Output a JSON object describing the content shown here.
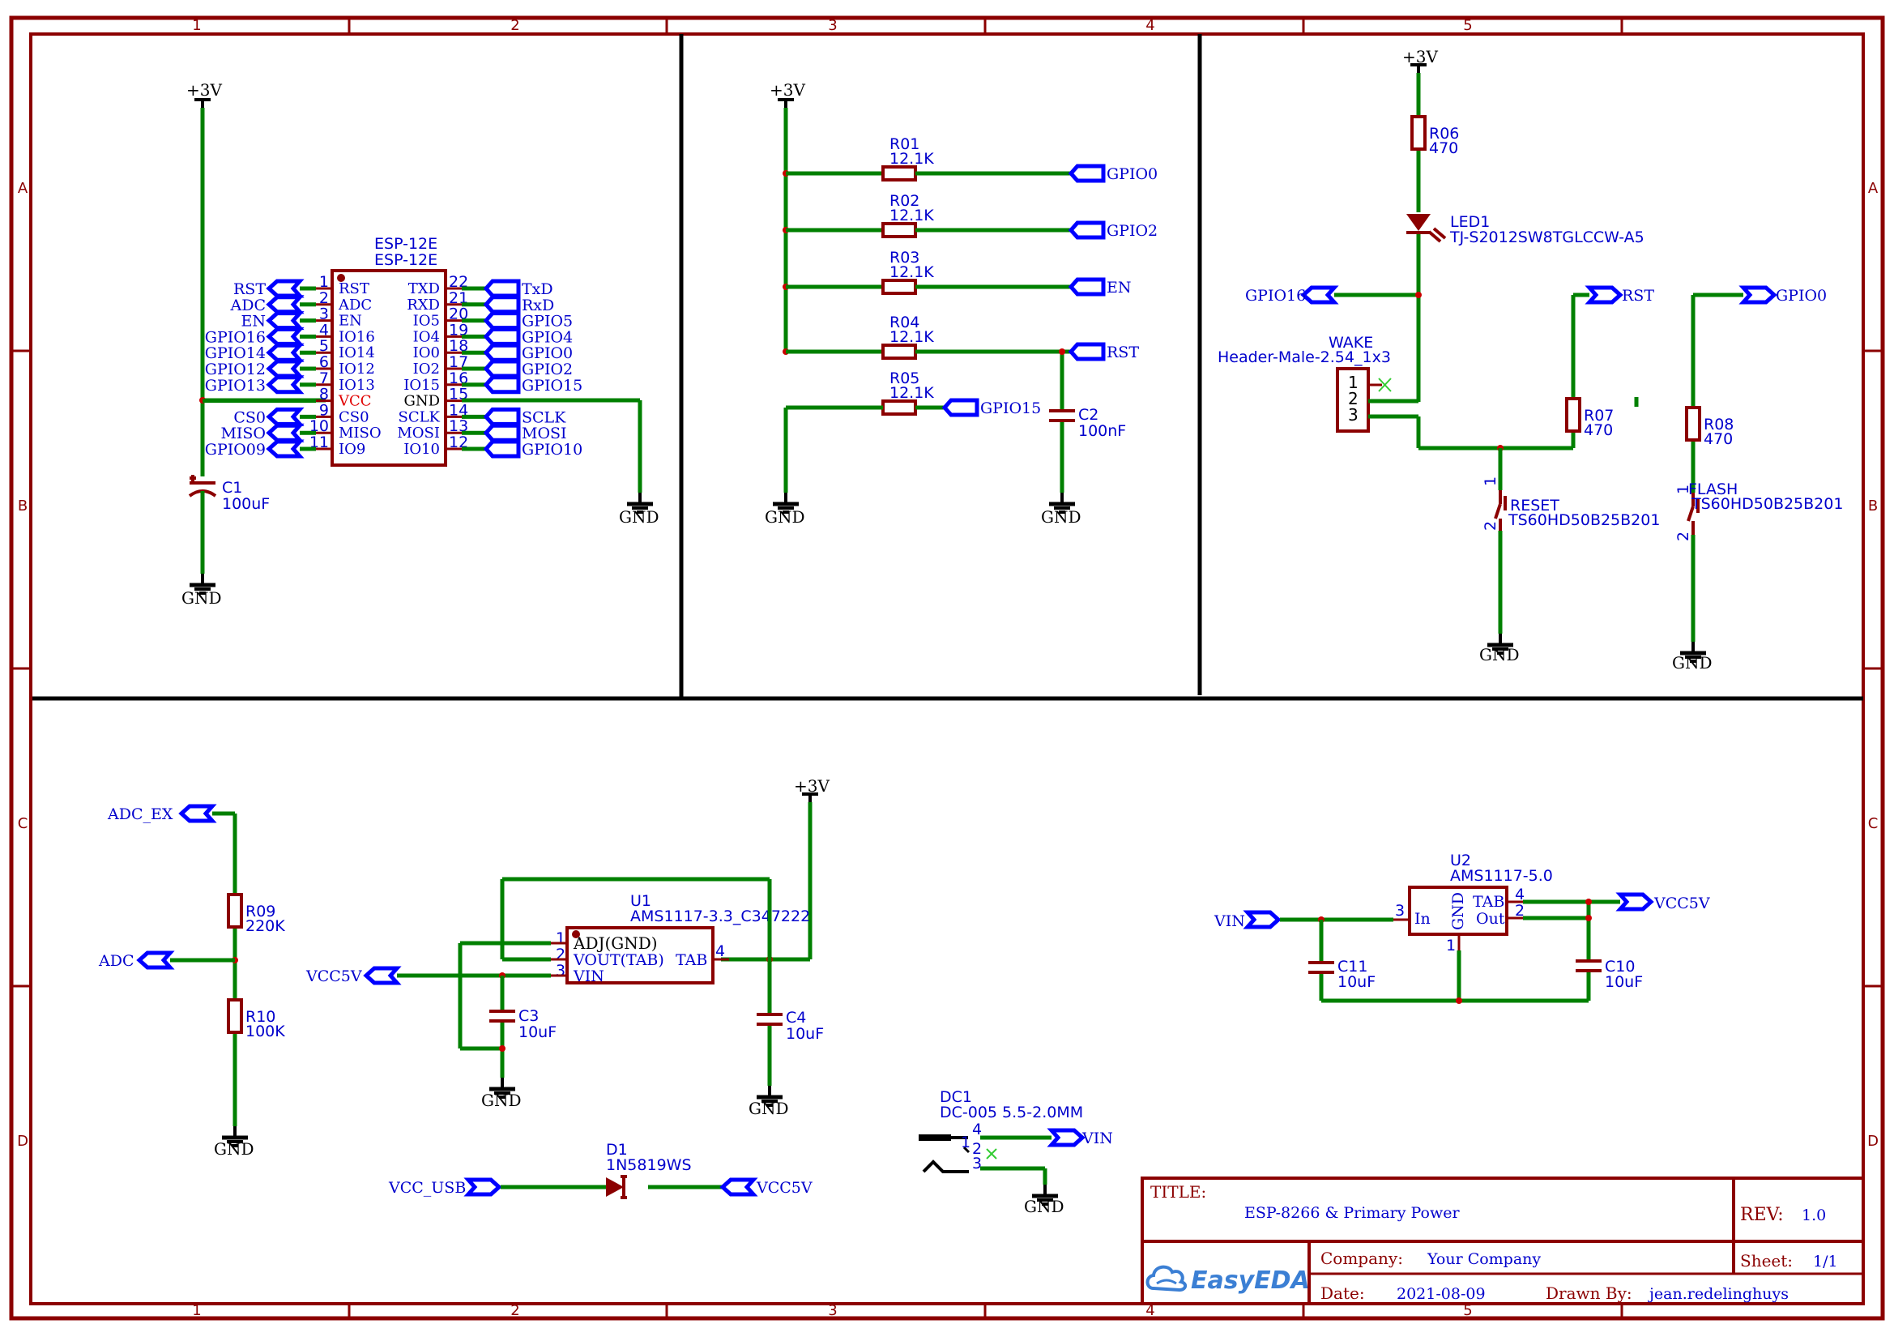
{
  "frame": {
    "columns": [
      "1",
      "2",
      "3",
      "4",
      "5"
    ],
    "rows": [
      "A",
      "B",
      "C",
      "D"
    ],
    "color": "#8b0000"
  },
  "power": {
    "v3": "+3V",
    "gnd": "GND"
  },
  "esp": {
    "ref": "ESP-12E",
    "value": "ESP-12E",
    "left_pins": [
      {
        "num": "1",
        "name": "RST",
        "net": "RST"
      },
      {
        "num": "2",
        "name": "ADC",
        "net": "ADC"
      },
      {
        "num": "3",
        "name": "EN",
        "net": "EN"
      },
      {
        "num": "4",
        "name": "IO16",
        "net": "GPIO16"
      },
      {
        "num": "5",
        "name": "IO14",
        "net": "GPIO14"
      },
      {
        "num": "6",
        "name": "IO12",
        "net": "GPIO12"
      },
      {
        "num": "7",
        "name": "IO13",
        "net": "GPIO13"
      },
      {
        "num": "8",
        "name": "VCC",
        "net": ""
      },
      {
        "num": "9",
        "name": "CS0",
        "net": "CS0"
      },
      {
        "num": "10",
        "name": "MISO",
        "net": "MISO"
      },
      {
        "num": "11",
        "name": "IO9",
        "net": "GPIO09"
      }
    ],
    "right_pins": [
      {
        "num": "22",
        "name": "TXD",
        "net": "TxD"
      },
      {
        "num": "21",
        "name": "RXD",
        "net": "RxD"
      },
      {
        "num": "20",
        "name": "IO5",
        "net": "GPIO5"
      },
      {
        "num": "19",
        "name": "IO4",
        "net": "GPIO4"
      },
      {
        "num": "18",
        "name": "IO0",
        "net": "GPIO0"
      },
      {
        "num": "17",
        "name": "IO2",
        "net": "GPIO2"
      },
      {
        "num": "16",
        "name": "IO15",
        "net": "GPIO15"
      },
      {
        "num": "15",
        "name": "GND",
        "net": ""
      },
      {
        "num": "14",
        "name": "SCLK",
        "net": "SCLK"
      },
      {
        "num": "13",
        "name": "MOSI",
        "net": "MOSI"
      },
      {
        "num": "12",
        "name": "IO10",
        "net": "GPIO10"
      }
    ]
  },
  "c1": {
    "ref": "C1",
    "value": "100uF"
  },
  "pullups": [
    {
      "ref": "R01",
      "value": "12.1K",
      "net": "GPIO0"
    },
    {
      "ref": "R02",
      "value": "12.1K",
      "net": "GPIO2"
    },
    {
      "ref": "R03",
      "value": "12.1K",
      "net": "EN"
    },
    {
      "ref": "R04",
      "value": "12.1K",
      "net": "RST"
    },
    {
      "ref": "R05",
      "value": "12.1K",
      "net": "GPIO15"
    }
  ],
  "c2": {
    "ref": "C2",
    "value": "100nF"
  },
  "r06": {
    "ref": "R06",
    "value": "470"
  },
  "led1": {
    "ref": "LED1",
    "value": "TJ-S2012SW8TGLCCW-A5"
  },
  "wake": {
    "ref": "WAKE",
    "value": "Header-Male-2.54_1x3",
    "pins": [
      "1",
      "2",
      "3"
    ]
  },
  "r07": {
    "ref": "R07",
    "value": "470"
  },
  "r08": {
    "ref": "R08",
    "value": "470"
  },
  "reset_sw": {
    "ref": "RESET",
    "value": "TS60HD50B25B201",
    "p1": "1",
    "p2": "2"
  },
  "flash_sw": {
    "ref": "FLASH",
    "value": "TS60HD50B25B201",
    "p1": "1",
    "p2": "2"
  },
  "nets": {
    "gpio16": "GPIO16",
    "rst": "RST",
    "gpio0": "GPIO0",
    "adc_ex": "ADC_EX",
    "adc": "ADC",
    "vcc5v": "VCC5V",
    "vin": "VIN",
    "vcc_usb": "VCC_USB"
  },
  "r09": {
    "ref": "R09",
    "value": "220K"
  },
  "r10": {
    "ref": "R10",
    "value": "100K"
  },
  "u1": {
    "ref": "U1",
    "value": "AMS1117-3.3_C347222",
    "pins": [
      {
        "num": "1",
        "name": "ADJ(GND)"
      },
      {
        "num": "2",
        "name": "VOUT(TAB)"
      },
      {
        "num": "3",
        "name": "VIN"
      },
      {
        "num": "4",
        "name": "TAB"
      }
    ]
  },
  "c3": {
    "ref": "C3",
    "value": "10uF"
  },
  "c4": {
    "ref": "C4",
    "value": "10uF"
  },
  "d1": {
    "ref": "D1",
    "value": "1N5819WS"
  },
  "dc1": {
    "ref": "DC1",
    "value": "DC-005 5.5-2.0MM",
    "pins": [
      "4",
      "1",
      "2",
      "3"
    ]
  },
  "u2": {
    "ref": "U2",
    "value": "AMS1117-5.0",
    "pins": [
      {
        "num": "3",
        "name": "In"
      },
      {
        "num": "1",
        "name": "GND"
      },
      {
        "num": "4",
        "name": "TAB"
      },
      {
        "num": "2",
        "name": "Out"
      }
    ]
  },
  "c11": {
    "ref": "C11",
    "value": "10uF"
  },
  "c10": {
    "ref": "C10",
    "value": "10uF"
  },
  "title_block": {
    "title_label": "TITLE:",
    "title": "ESP-8266 & Primary Power",
    "rev_label": "REV:",
    "rev": "1.0",
    "company_label": "Company:",
    "company": "Your Company",
    "sheet_label": "Sheet:",
    "sheet": "1/1",
    "date_label": "Date:",
    "date": "2021-08-09",
    "drawn_label": "Drawn By:",
    "drawn_by": "jean.redelinghuys",
    "logo": "EasyEDA",
    "logo_icon": "cloud-icon"
  }
}
